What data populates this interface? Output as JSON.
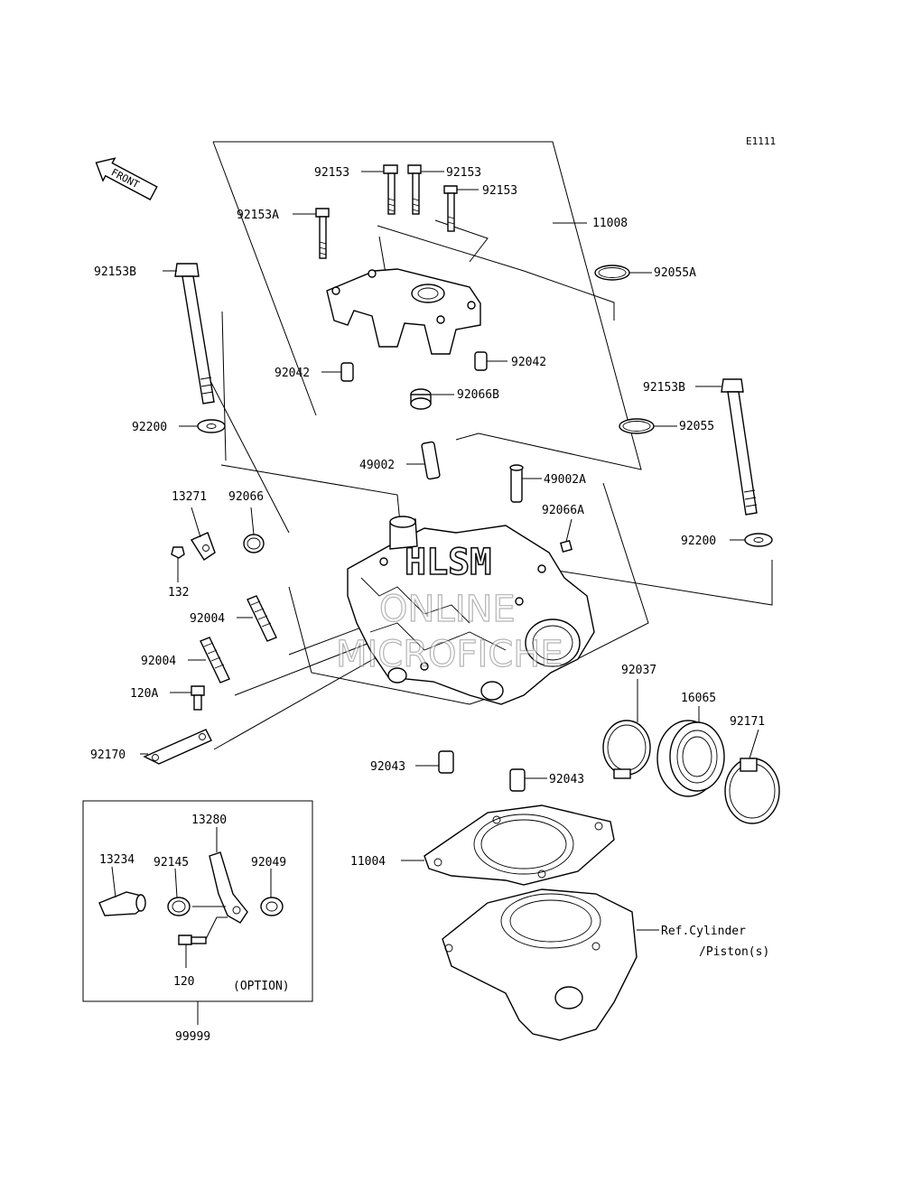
{
  "diagram_code": "E1111",
  "front_label": "FRONT",
  "watermark": {
    "line1": "HLSM",
    "line2": "ONLINE",
    "line3": "MICROFICHE"
  },
  "labels": {
    "p92153_a": "92153",
    "p92153_b": "92153",
    "p92153_c": "92153",
    "p92153A": "92153A",
    "p11008": "11008",
    "p92153B_left": "92153B",
    "p92055A": "92055A",
    "p92042_left": "92042",
    "p92042_right": "92042",
    "p92066B": "92066B",
    "p92153B_right": "92153B",
    "p92055": "92055",
    "p92200_left": "92200",
    "p49002": "49002",
    "p49002A": "49002A",
    "p13271": "13271",
    "p92066": "92066",
    "p92066A": "92066A",
    "p92200_right": "92200",
    "p132": "132",
    "p92004_a": "92004",
    "p92004_b": "92004",
    "p120A": "120A",
    "p92037": "92037",
    "p16065": "16065",
    "p92171": "92171",
    "p92170": "92170",
    "p92043_left": "92043",
    "p92043_right": "92043",
    "p13280": "13280",
    "p13234": "13234",
    "p92145": "92145",
    "p92049": "92049",
    "p11004": "11004",
    "ref_line1": "Ref.Cylinder",
    "ref_line2": "/Piston(s)",
    "p120": "120",
    "option": "(OPTION)",
    "p99999": "99999"
  }
}
